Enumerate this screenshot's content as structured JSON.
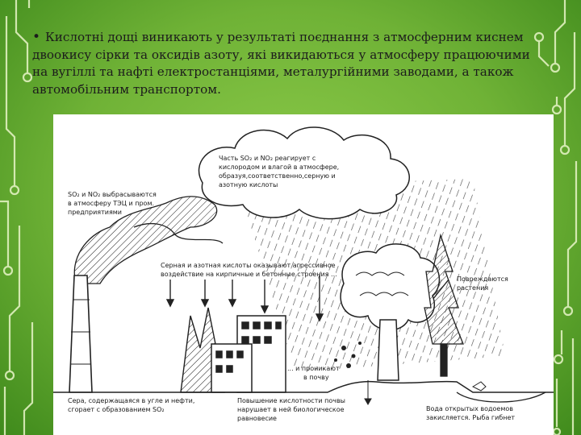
{
  "slide": {
    "bullet_text": "Кислотні дощі виникають у результаті поєднання з атмосферним киснем двоокису сірки та оксидів азоту, які викидаються у атмосферу працюючими на вугіллі та нафті електростанціями, металургійними заводами, а також автомобільним транспортом."
  },
  "figure": {
    "cap_emission": [
      "SO₂ и NO₂ выбрасываются",
      "в атмосферу ТЭЦ и пром.",
      "предприятиями"
    ],
    "cap_cloud": [
      "Часть SO₂ и NO₂ реагирует с",
      "кислородом и влагой в атмосфере,",
      "образуя,соответственно,серную и",
      "азотную кислоты"
    ],
    "cap_buildings": [
      "Серная и азотная кислоты оказывают агрессивное",
      "воздействие на кирпичные и бетонные строения ..."
    ],
    "cap_plants": [
      "Повреждаются",
      "растения"
    ],
    "cap_soil": [
      "... и проникают",
      "в почву"
    ],
    "cap_coal": [
      "Сера, содержащаяся в угле и нефти,",
      "сгорает с образованием SO₂"
    ],
    "cap_acidity": [
      "Повышение кислотности почвы",
      "нарушает в ней биологическое",
      "равновесие"
    ],
    "cap_water": [
      "Вода открытых водоемов",
      "закисляется. Рыба гибнет"
    ]
  },
  "colors": {
    "background": "#6fb236",
    "circuit": "#e8f5c8",
    "text": "#1c1c1c"
  },
  "icons": [
    "bullet-dot",
    "circuit-decoration",
    "smokestack",
    "cloud",
    "rain",
    "tree",
    "fir-tree",
    "fish"
  ]
}
